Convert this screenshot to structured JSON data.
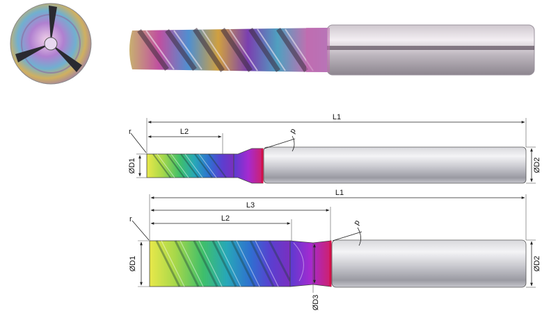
{
  "diagram": {
    "tool_1": {
      "labels": {
        "L1": "L1",
        "L2": "L2",
        "D1": "ØD1",
        "D2": "ØD2",
        "r": "r",
        "p": "p"
      }
    },
    "tool_2": {
      "labels": {
        "L1": "L1",
        "L2": "L2",
        "L3": "L3",
        "D1": "ØD1",
        "D2": "ØD2",
        "D3": "ØD3",
        "r": "r",
        "p": "p"
      }
    }
  }
}
